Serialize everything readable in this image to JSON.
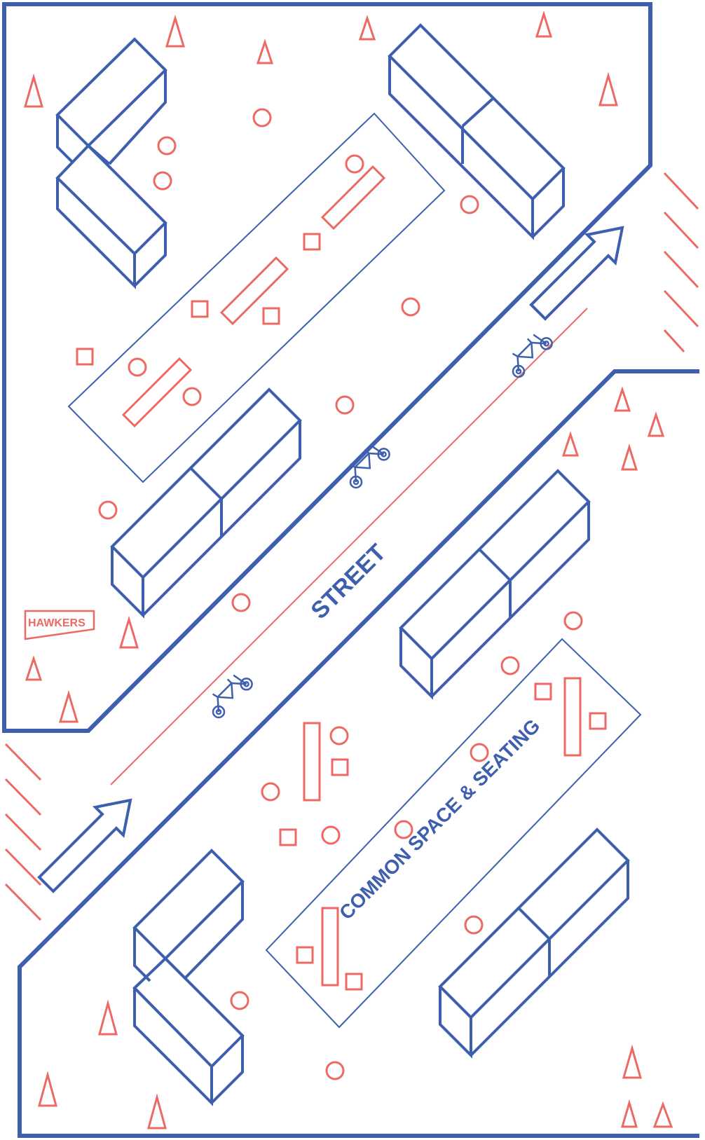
{
  "labels": {
    "street": "STREET",
    "common_space": "COMMON SPACE & SEATING",
    "logo": "HAWKERS"
  },
  "colors": {
    "outline_blue": "#3d5fae",
    "accent_red": "#ec6a63",
    "background": "#ffffff"
  },
  "icons": {
    "tree": "red-triangle",
    "seat": "red-circle",
    "stool": "red-square",
    "table": "red-rectangle",
    "kiosk": "blue-isometric-box",
    "bike": "tandem-bicycle",
    "traffic_arrow": "outlined-arrow"
  }
}
